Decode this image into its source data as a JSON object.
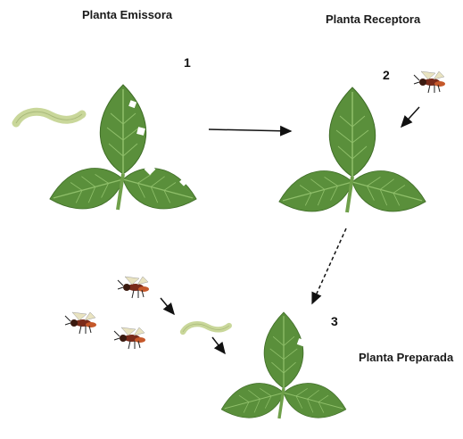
{
  "labels": {
    "emitter": "Planta Emissora",
    "receiver": "Planta Receptora",
    "prepared": "Planta Preparada"
  },
  "numbers": {
    "one": "1",
    "two": "2",
    "three": "3"
  },
  "colors": {
    "leaf": "#5a8f3b",
    "leaf_dark": "#3f6d27",
    "vein": "#8fbf6a",
    "caterpillar": "#c9d79a",
    "arrow": "#111111"
  },
  "icons": {
    "caterpillar": "caterpillar-icon",
    "wasp": "wasp-icon"
  }
}
